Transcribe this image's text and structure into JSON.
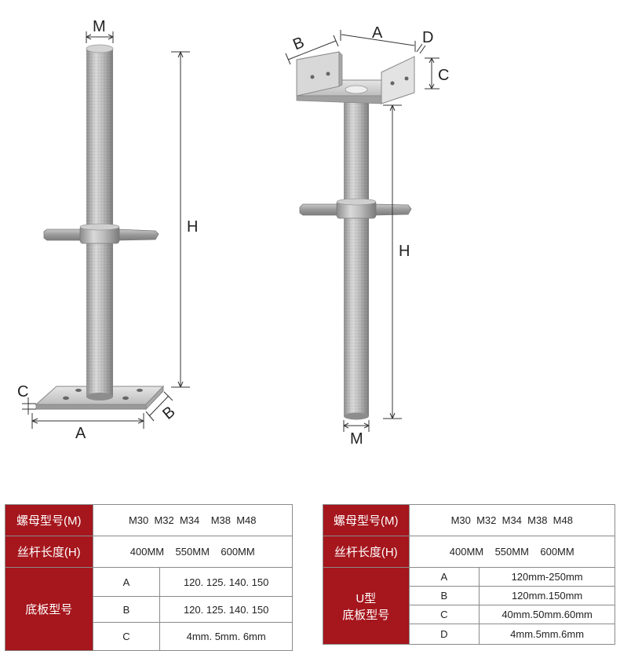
{
  "diagram": {
    "left": {
      "M": "M",
      "H": "H",
      "A": "A",
      "B": "B",
      "C": "C"
    },
    "right": {
      "A": "A",
      "B": "B",
      "C": "C",
      "D": "D",
      "H": "H",
      "M": "M"
    }
  },
  "table_left": {
    "nut_header": "螺母型号(M)",
    "nut_values": "M30  M32  M34    M38  M48",
    "rod_header": "丝杆长度(H)",
    "rod_values": "400MM    550MM    600MM",
    "base_header": "底板型号",
    "rows": [
      {
        "key": "A",
        "value": "120. 125. 140. 150"
      },
      {
        "key": "B",
        "value": "120. 125. 140. 150"
      },
      {
        "key": "C",
        "value": "4mm. 5mm. 6mm"
      }
    ]
  },
  "table_right": {
    "nut_header": "螺母型号(M)",
    "nut_values": "M30  M32  M34  M38  M48",
    "rod_header": "丝杆长度(H)",
    "rod_values": "400MM    550MM    600MM",
    "base_header_line1": "U型",
    "base_header_line2": "底板型号",
    "rows": [
      {
        "key": "A",
        "value": "120mm-250mm"
      },
      {
        "key": "B",
        "value": "120mm.150mm"
      },
      {
        "key": "C",
        "value": "40mm.50mm.60mm"
      },
      {
        "key": "D",
        "value": "4mm.5mm.6mm"
      }
    ]
  }
}
